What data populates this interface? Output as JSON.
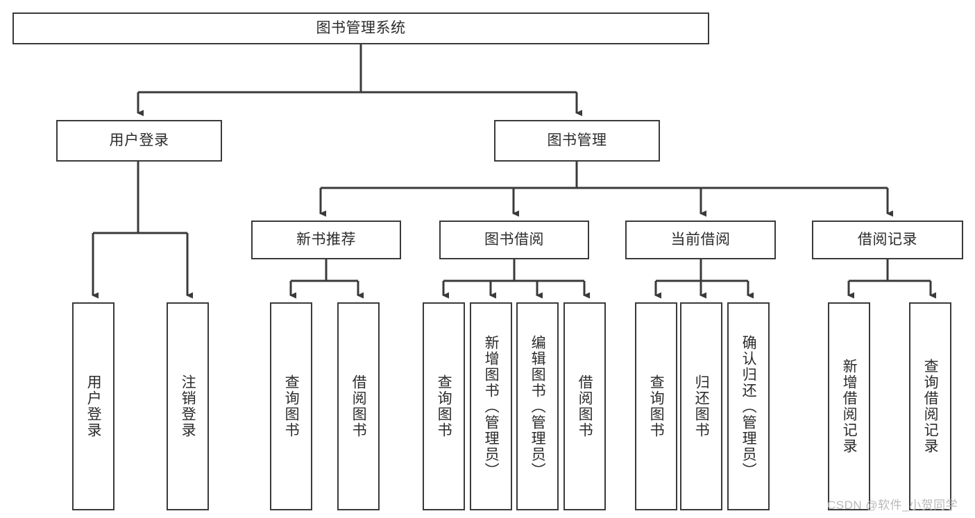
{
  "diagram": {
    "type": "tree",
    "title": "图书管理系统",
    "root": {
      "label": "图书管理系统"
    },
    "level1": [
      {
        "label": "用户登录"
      },
      {
        "label": "图书管理"
      }
    ],
    "level2": [
      {
        "label": "新书推荐"
      },
      {
        "label": "图书借阅"
      },
      {
        "label": "当前借阅"
      },
      {
        "label": "借阅记录"
      }
    ],
    "leaves": {
      "user_login": [
        {
          "label": "用户登录"
        },
        {
          "label": "注销登录"
        }
      ],
      "new_book_recommend": [
        {
          "label": "查询图书"
        },
        {
          "label": "借阅图书"
        }
      ],
      "book_borrow": [
        {
          "label": "查询图书"
        },
        {
          "label": "新增图书（管理员）"
        },
        {
          "label": "编辑图书（管理员）"
        },
        {
          "label": "借阅图书"
        }
      ],
      "current_borrow": [
        {
          "label": "查询图书"
        },
        {
          "label": "归还图书"
        },
        {
          "label": "确认归还（管理员）"
        }
      ],
      "borrow_record": [
        {
          "label": "新增借阅记录"
        },
        {
          "label": "查询借阅记录"
        }
      ]
    },
    "watermark": "CSDN @软件_小贺同学",
    "colors": {
      "stroke": "#3a3a3a",
      "fill": "#ffffff",
      "text": "#2b2b2b",
      "watermark": "#b9b9b9"
    }
  }
}
